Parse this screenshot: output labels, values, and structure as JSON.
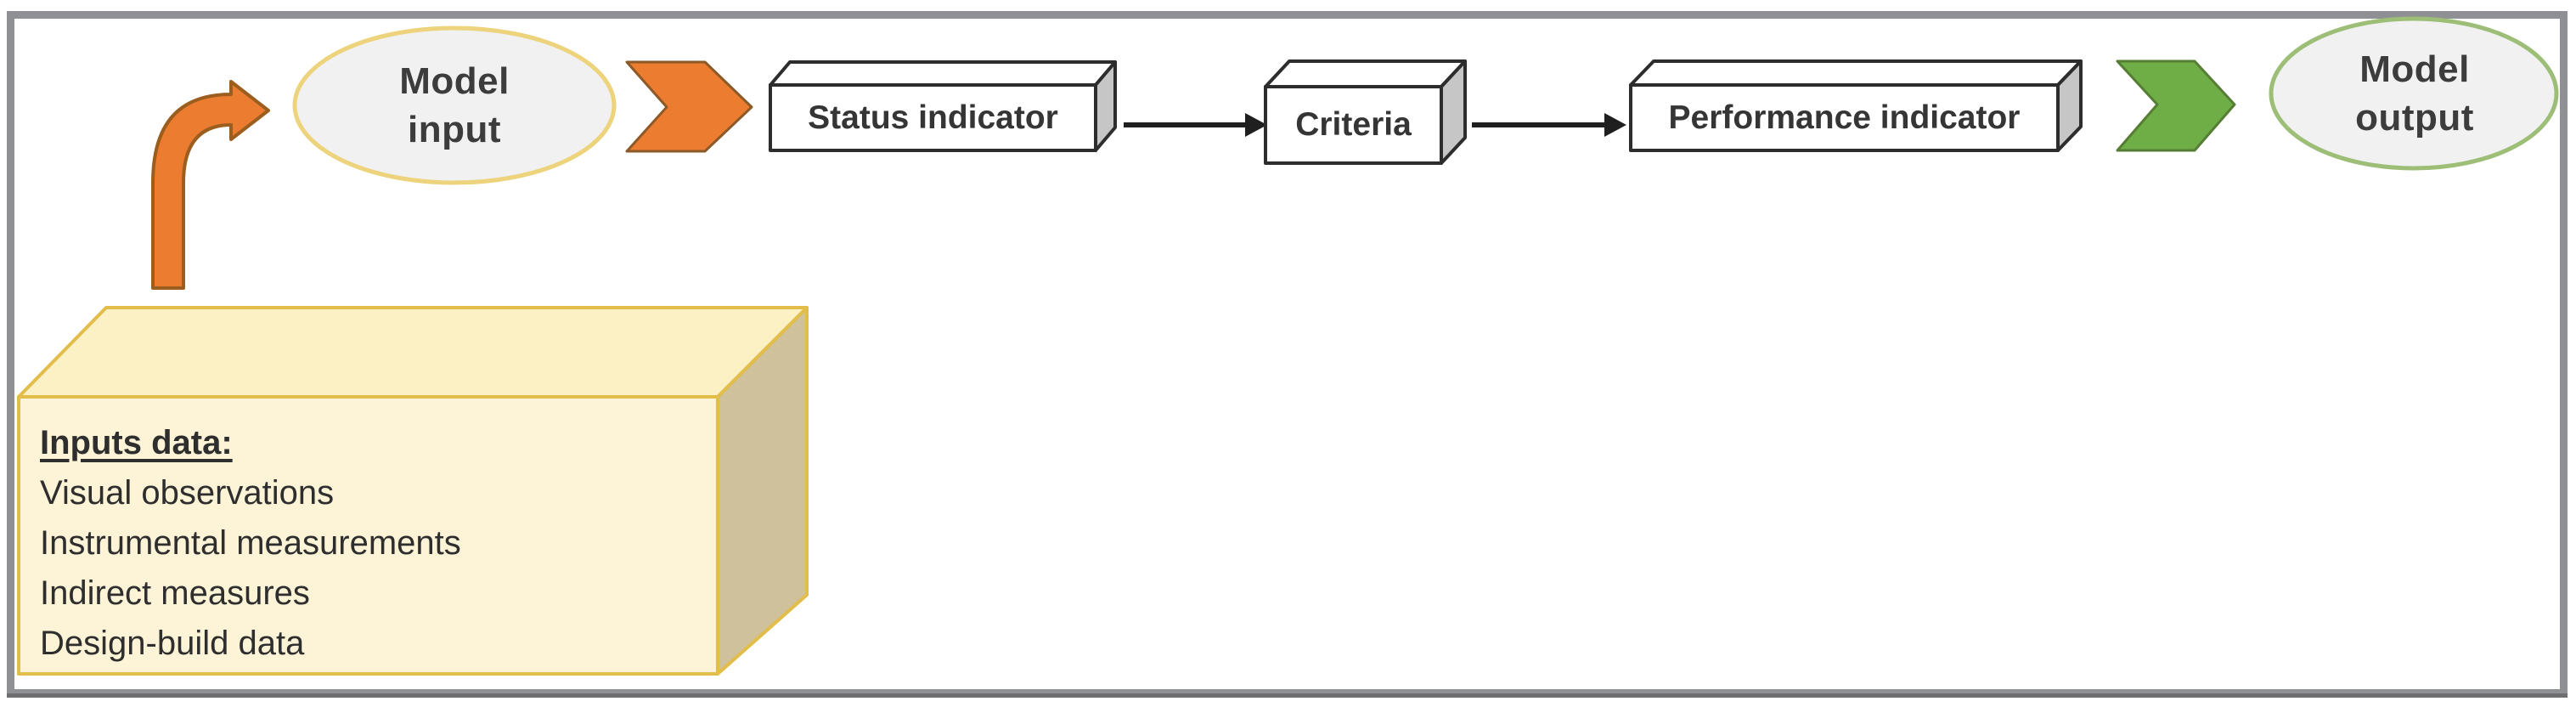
{
  "flow": {
    "model_input": {
      "line1": "Model",
      "line2": "input"
    },
    "status_indicator": {
      "label": "Status indicator"
    },
    "criteria": {
      "label": "Criteria"
    },
    "performance_indicator": {
      "label": "Performance indicator"
    },
    "model_output": {
      "line1": "Model",
      "line2": "output"
    }
  },
  "inputs_box": {
    "title": "Inputs data:",
    "items": [
      "Visual observations",
      "Instrumental measurements",
      "Indirect measures",
      "Design-build data"
    ]
  },
  "colors": {
    "frame_border": "#8f9093",
    "accent_orange": "#ec7c30",
    "orange_outline": "#9c5e1e",
    "accent_green": "#6fae46",
    "green_outline": "#557d33",
    "gold_border": "#e3bd49",
    "cuboid_front_fill": "#fdf3d6",
    "cuboid_top_fill": "#fcf0c5",
    "cuboid_side_fill": "#cfc19c",
    "input_ellipse_border": "#ecd37c",
    "output_ellipse_border": "#9cbe77",
    "ellipse_fill": "#f1f1f1",
    "box_outline": "#2d2d2d",
    "box_side_fill": "#c6c6c6",
    "connector": "#1f1f1f"
  }
}
